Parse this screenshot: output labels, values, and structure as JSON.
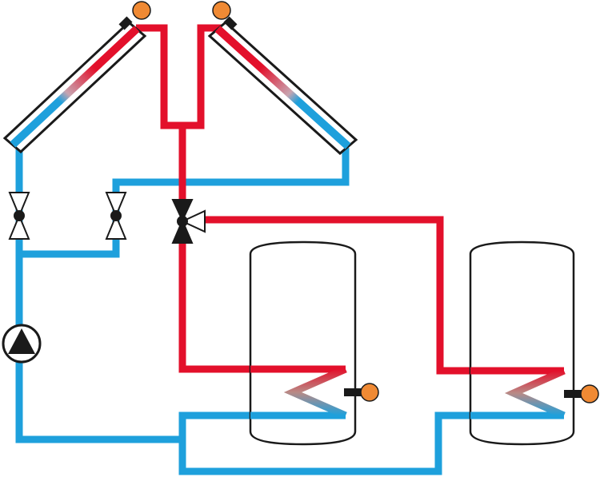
{
  "diagram": {
    "description_type": "solar-thermal-hydraulic-schematic",
    "colors": {
      "hot": "#e3102b",
      "cold": "#1ea0dc",
      "sensor": "#f08a34",
      "outline": "#1a1a1a",
      "background": "#ffffff"
    },
    "components": {
      "collectors": [
        "collector-left",
        "collector-right"
      ],
      "sensors": [
        "collector-left-sensor",
        "collector-right-sensor",
        "tank-left-sensor",
        "tank-right-sensor"
      ],
      "valves": [
        "shutoff-valve-left",
        "shutoff-valve-right",
        "three-way-valve"
      ],
      "pump": "circulation-pump",
      "tanks": [
        "storage-tank-left",
        "storage-tank-right"
      ],
      "heat_exchangers": [
        "coil-left",
        "coil-right"
      ]
    }
  }
}
